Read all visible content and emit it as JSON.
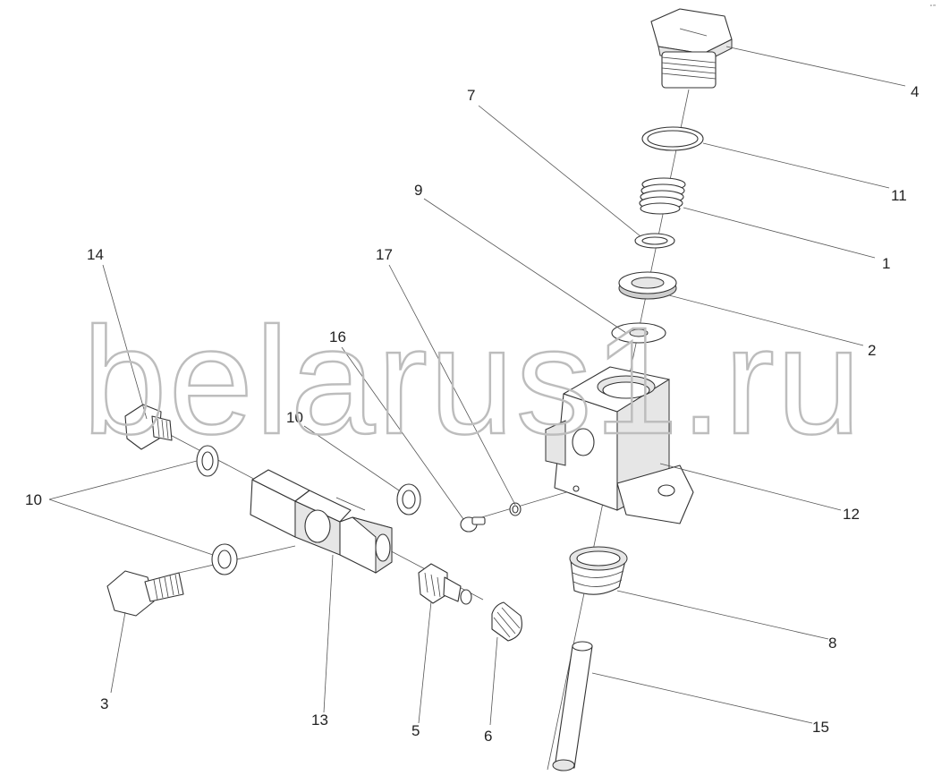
{
  "watermark": "belarus1.ru",
  "corner_mark": "ᵉ ᵐ",
  "callouts": {
    "c1": "1",
    "c2": "2",
    "c3": "3",
    "c4": "4",
    "c5": "5",
    "c6": "6",
    "c7": "7",
    "c8": "8",
    "c9": "9",
    "c10a": "10",
    "c10b": "10",
    "c11": "11",
    "c12": "12",
    "c13": "13",
    "c14": "14",
    "c15": "15",
    "c16": "16",
    "c17": "17"
  },
  "colors": {
    "line": "#333333",
    "watermark": "#bdbdbd",
    "background": "#ffffff"
  }
}
